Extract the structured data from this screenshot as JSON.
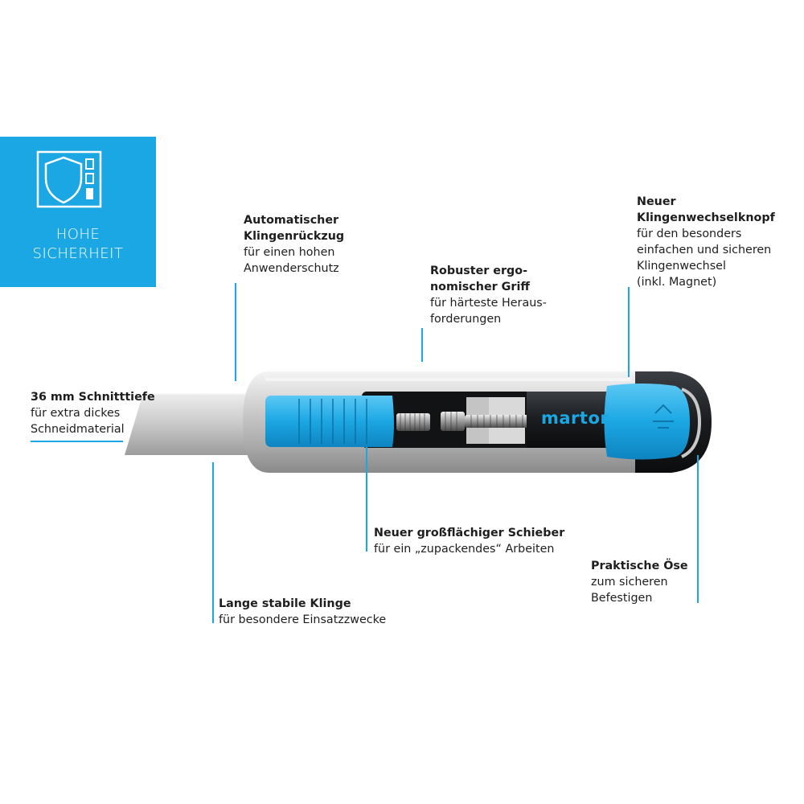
{
  "badge": {
    "line1": "HOHE",
    "line2": "SICHERHEIT",
    "icon": "shield-safety-level-icon",
    "color": "#1ba7e3"
  },
  "brand": {
    "logo_text": "martor",
    "accent_color": "#1ba7e3"
  },
  "callouts": {
    "cut_depth": {
      "title": "36 mm Schnitttiefe",
      "line1": "für extra dickes",
      "line2": "Schneidmaterial"
    },
    "retraction": {
      "title_line1": "Automatischer",
      "title_line2": "Klingenrückzug",
      "line1": "für einen hohen",
      "line2": "Anwenderschutz"
    },
    "grip": {
      "title_line1": "Robuster ergo-",
      "title_line2": "nomischer Griff",
      "line1": "für härteste Heraus-",
      "line2": "forderungen"
    },
    "blade_button": {
      "title_line1": "Neuer",
      "title_line2": "Klingenwechselknopf",
      "line1": "für den besonders",
      "line2": "einfachen und sicheren",
      "line3": "Klingenwechsel",
      "line4": "(inkl. Magnet)"
    },
    "slider": {
      "title": "Neuer großflächiger Schieber",
      "line1": "für ein „zupackendes“ Arbeiten"
    },
    "eyelet": {
      "title": "Praktische Öse",
      "line1": "zum sicheren",
      "line2": "Befestigen"
    },
    "blade": {
      "title": "Lange stabile Klinge",
      "line1": "für besondere Einsatzzwecke"
    }
  }
}
